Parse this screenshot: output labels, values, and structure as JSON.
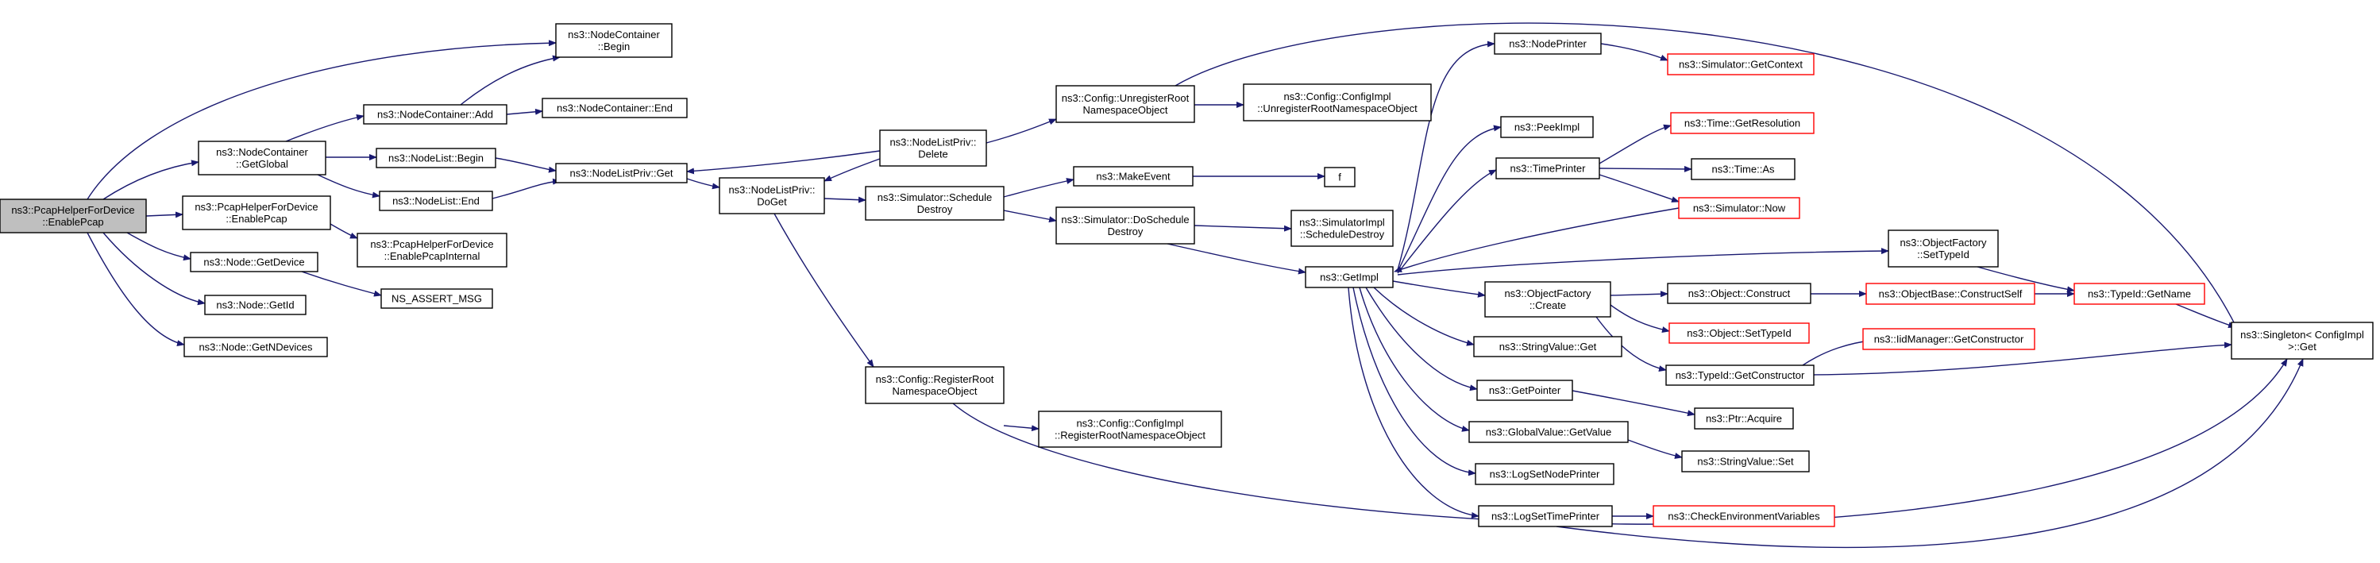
{
  "colors": {
    "edge": "#191970",
    "box_border": "#000000",
    "truncated_border": "#ff0000",
    "root_fill": "#bfbfbf",
    "box_fill": "#ffffff"
  },
  "nodes": [
    {
      "id": "enablepcap_root",
      "lines": [
        "ns3::PcapHelperForDevice",
        "::EnablePcap"
      ],
      "style": "root"
    },
    {
      "id": "nc_getglobal",
      "lines": [
        "ns3::NodeContainer",
        "::GetGlobal"
      ],
      "style": "normal"
    },
    {
      "id": "phfd_enablepcap",
      "lines": [
        "ns3::PcapHelperForDevice",
        "::EnablePcap"
      ],
      "style": "normal"
    },
    {
      "id": "node_getdevice",
      "lines": [
        "ns3::Node::GetDevice"
      ],
      "style": "normal"
    },
    {
      "id": "node_getid",
      "lines": [
        "ns3::Node::GetId"
      ],
      "style": "normal"
    },
    {
      "id": "node_getndevices",
      "lines": [
        "ns3::Node::GetNDevices"
      ],
      "style": "normal"
    },
    {
      "id": "nc_begin",
      "lines": [
        "ns3::NodeContainer",
        "::Begin"
      ],
      "style": "normal"
    },
    {
      "id": "nc_add",
      "lines": [
        "ns3::NodeContainer::Add"
      ],
      "style": "normal"
    },
    {
      "id": "nc_end",
      "lines": [
        "ns3::NodeContainer::End"
      ],
      "style": "normal"
    },
    {
      "id": "nl_begin",
      "lines": [
        "ns3::NodeList::Begin"
      ],
      "style": "normal"
    },
    {
      "id": "nl_end",
      "lines": [
        "ns3::NodeList::End"
      ],
      "style": "normal"
    },
    {
      "id": "phfd_internal",
      "lines": [
        "ns3::PcapHelperForDevice",
        "::EnablePcapInternal"
      ],
      "style": "normal"
    },
    {
      "id": "ns_assert",
      "lines": [
        "NS_ASSERT_MSG"
      ],
      "style": "normal"
    },
    {
      "id": "nlp_get",
      "lines": [
        "ns3::NodeListPriv::Get"
      ],
      "style": "normal"
    },
    {
      "id": "nlp_doget",
      "lines": [
        "ns3::NodeListPriv::",
        "DoGet"
      ],
      "style": "normal"
    },
    {
      "id": "nlp_delete",
      "lines": [
        "ns3::NodeListPriv::",
        "Delete"
      ],
      "style": "normal"
    },
    {
      "id": "sim_schedule_destroy",
      "lines": [
        "ns3::Simulator::Schedule",
        "Destroy"
      ],
      "style": "normal"
    },
    {
      "id": "cfg_register",
      "lines": [
        "ns3::Config::RegisterRoot",
        "NamespaceObject"
      ],
      "style": "normal"
    },
    {
      "id": "cfg_unregister",
      "lines": [
        "ns3::Config::UnregisterRoot",
        "NamespaceObject"
      ],
      "style": "normal"
    },
    {
      "id": "cfgimpl_unregister",
      "lines": [
        "ns3::Config::ConfigImpl",
        "::UnregisterRootNamespaceObject"
      ],
      "style": "normal"
    },
    {
      "id": "cfgimpl_register",
      "lines": [
        "ns3::Config::ConfigImpl",
        "::RegisterRootNamespaceObject"
      ],
      "style": "normal"
    },
    {
      "id": "make_event",
      "lines": [
        "ns3::MakeEvent"
      ],
      "style": "normal"
    },
    {
      "id": "f_node",
      "lines": [
        "f"
      ],
      "style": "normal"
    },
    {
      "id": "sim_do_schedule_destroy",
      "lines": [
        "ns3::Simulator::DoSchedule",
        "Destroy"
      ],
      "style": "normal"
    },
    {
      "id": "simimpl_schedule_destroy",
      "lines": [
        "ns3::SimulatorImpl",
        "::ScheduleDestroy"
      ],
      "style": "normal"
    },
    {
      "id": "get_impl",
      "lines": [
        "ns3::GetImpl"
      ],
      "style": "normal"
    },
    {
      "id": "node_printer",
      "lines": [
        "ns3::NodePrinter"
      ],
      "style": "normal"
    },
    {
      "id": "peek_impl",
      "lines": [
        "ns3::PeekImpl"
      ],
      "style": "normal"
    },
    {
      "id": "time_printer",
      "lines": [
        "ns3::TimePrinter"
      ],
      "style": "normal"
    },
    {
      "id": "of_create",
      "lines": [
        "ns3::ObjectFactory",
        "::Create"
      ],
      "style": "normal"
    },
    {
      "id": "stringvalue_get",
      "lines": [
        "ns3::StringValue::Get"
      ],
      "style": "normal"
    },
    {
      "id": "get_pointer",
      "lines": [
        "ns3::GetPointer"
      ],
      "style": "normal"
    },
    {
      "id": "globalvalue_getvalue",
      "lines": [
        "ns3::GlobalValue::GetValue"
      ],
      "style": "normal"
    },
    {
      "id": "log_set_node_printer",
      "lines": [
        "ns3::LogSetNodePrinter"
      ],
      "style": "normal"
    },
    {
      "id": "log_set_time_printer",
      "lines": [
        "ns3::LogSetTimePrinter"
      ],
      "style": "normal"
    },
    {
      "id": "sim_getcontext",
      "lines": [
        "ns3::Simulator::GetContext"
      ],
      "style": "truncated"
    },
    {
      "id": "time_getresolution",
      "lines": [
        "ns3::Time::GetResolution"
      ],
      "style": "truncated"
    },
    {
      "id": "time_as",
      "lines": [
        "ns3::Time::As"
      ],
      "style": "normal"
    },
    {
      "id": "sim_now",
      "lines": [
        "ns3::Simulator::Now"
      ],
      "style": "truncated"
    },
    {
      "id": "object_construct",
      "lines": [
        "ns3::Object::Construct"
      ],
      "style": "normal"
    },
    {
      "id": "object_settypeid",
      "lines": [
        "ns3::Object::SetTypeId"
      ],
      "style": "truncated"
    },
    {
      "id": "typeid_getconstructor",
      "lines": [
        "ns3::TypeId::GetConstructor"
      ],
      "style": "normal"
    },
    {
      "id": "ptr_acquire",
      "lines": [
        "ns3::Ptr::Acquire"
      ],
      "style": "normal"
    },
    {
      "id": "stringvalue_set",
      "lines": [
        "ns3::StringValue::Set"
      ],
      "style": "normal"
    },
    {
      "id": "check_env_vars",
      "lines": [
        "ns3::CheckEnvironmentVariables"
      ],
      "style": "truncated"
    },
    {
      "id": "of_settypeid",
      "lines": [
        "ns3::ObjectFactory",
        "::SetTypeId"
      ],
      "style": "normal"
    },
    {
      "id": "objectbase_constructself",
      "lines": [
        "ns3::ObjectBase::ConstructSelf"
      ],
      "style": "truncated"
    },
    {
      "id": "iidmanager_getconstructor",
      "lines": [
        "ns3::IidManager::GetConstructor"
      ],
      "style": "truncated"
    },
    {
      "id": "typeid_getname",
      "lines": [
        "ns3::TypeId::GetName"
      ],
      "style": "truncated"
    },
    {
      "id": "singleton_get",
      "lines": [
        "ns3::Singleton< ConfigImpl",
        ">::Get"
      ],
      "style": "normal"
    }
  ],
  "edges": [
    [
      "enablepcap_root",
      "nc_begin"
    ],
    [
      "enablepcap_root",
      "nc_getglobal"
    ],
    [
      "enablepcap_root",
      "phfd_enablepcap"
    ],
    [
      "enablepcap_root",
      "node_getdevice"
    ],
    [
      "enablepcap_root",
      "node_getid"
    ],
    [
      "enablepcap_root",
      "node_getndevices"
    ],
    [
      "nc_getglobal",
      "nc_add"
    ],
    [
      "nc_getglobal",
      "nl_begin"
    ],
    [
      "nc_getglobal",
      "nl_end"
    ],
    [
      "nc_add",
      "nc_begin"
    ],
    [
      "nc_add",
      "nc_end"
    ],
    [
      "nl_begin",
      "nlp_get"
    ],
    [
      "nl_end",
      "nlp_get"
    ],
    [
      "phfd_enablepcap",
      "phfd_internal"
    ],
    [
      "node_getdevice",
      "ns_assert"
    ],
    [
      "nlp_get",
      "nlp_doget"
    ],
    [
      "nlp_delete",
      "nlp_get"
    ],
    [
      "nlp_delete",
      "nlp_doget"
    ],
    [
      "nlp_delete",
      "cfg_unregister"
    ],
    [
      "nlp_doget",
      "sim_schedule_destroy"
    ],
    [
      "nlp_doget",
      "cfg_register"
    ],
    [
      "cfg_unregister",
      "cfgimpl_unregister"
    ],
    [
      "cfg_unregister",
      "singleton_get"
    ],
    [
      "cfg_register",
      "cfgimpl_register"
    ],
    [
      "cfg_register",
      "singleton_get"
    ],
    [
      "sim_schedule_destroy",
      "make_event"
    ],
    [
      "sim_schedule_destroy",
      "sim_do_schedule_destroy"
    ],
    [
      "make_event",
      "f_node"
    ],
    [
      "sim_do_schedule_destroy",
      "simimpl_schedule_destroy"
    ],
    [
      "sim_do_schedule_destroy",
      "get_impl"
    ],
    [
      "get_impl",
      "node_printer"
    ],
    [
      "get_impl",
      "peek_impl"
    ],
    [
      "get_impl",
      "time_printer"
    ],
    [
      "get_impl",
      "of_settypeid"
    ],
    [
      "get_impl",
      "of_create"
    ],
    [
      "get_impl",
      "stringvalue_get"
    ],
    [
      "get_impl",
      "get_pointer"
    ],
    [
      "get_impl",
      "globalvalue_getvalue"
    ],
    [
      "get_impl",
      "log_set_node_printer"
    ],
    [
      "get_impl",
      "log_set_time_printer"
    ],
    [
      "node_printer",
      "sim_getcontext"
    ],
    [
      "time_printer",
      "time_getresolution"
    ],
    [
      "time_printer",
      "time_as"
    ],
    [
      "time_printer",
      "sim_now"
    ],
    [
      "sim_now",
      "get_impl"
    ],
    [
      "of_create",
      "object_construct"
    ],
    [
      "of_create",
      "object_settypeid"
    ],
    [
      "of_create",
      "typeid_getconstructor"
    ],
    [
      "object_construct",
      "objectbase_constructself"
    ],
    [
      "objectbase_constructself",
      "typeid_getname"
    ],
    [
      "typeid_getconstructor",
      "iidmanager_getconstructor"
    ],
    [
      "typeid_getconstructor",
      "singleton_get"
    ],
    [
      "get_pointer",
      "ptr_acquire"
    ],
    [
      "globalvalue_getvalue",
      "stringvalue_set"
    ],
    [
      "log_set_time_printer",
      "check_env_vars"
    ],
    [
      "of_settypeid",
      "typeid_getname"
    ],
    [
      "typeid_getname",
      "singleton_get"
    ],
    [
      "log_set_time_printer",
      "singleton_get"
    ]
  ]
}
